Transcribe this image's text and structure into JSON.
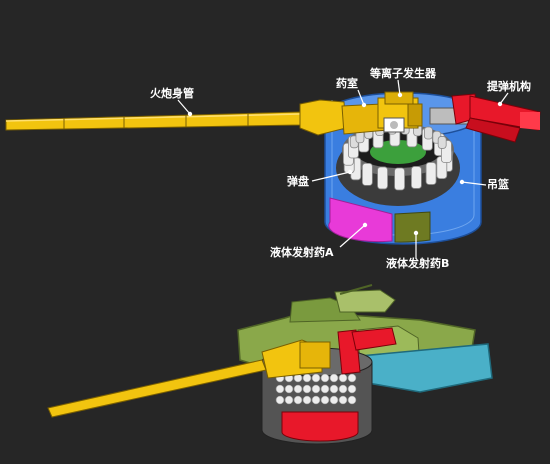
{
  "labels": {
    "gun_barrel": "火炮身管",
    "charge_chamber": "药室",
    "plasma_generator": "等离子发生器",
    "shell_hoist": "提弹机构",
    "magazine": "弹盘",
    "basket": "吊篮",
    "propellant_a": "液体发射药A",
    "propellant_b": "液体发射药B"
  },
  "colors": {
    "background": "#262626",
    "barrel": "#f2c40f",
    "hoist": "#e8182a",
    "basket": "#3a7ee0",
    "propellant_a": "#e83ad8",
    "propellant_b": "#6e7a22",
    "hull": "#8aa84a",
    "tray": "#4ab0c8"
  }
}
